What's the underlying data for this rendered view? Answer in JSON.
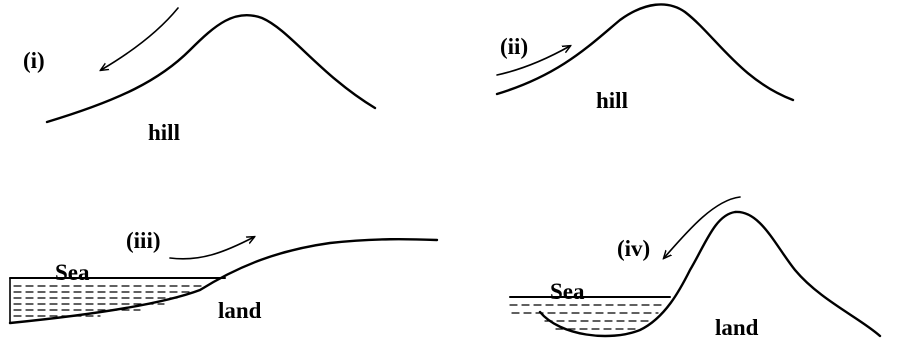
{
  "panels": {
    "i": {
      "tag": "(i)",
      "label": "hill"
    },
    "ii": {
      "tag": "(ii)",
      "label": "hill"
    },
    "iii": {
      "tag": "(iii)",
      "sea": "Sea",
      "label": "land"
    },
    "iv": {
      "tag": "(iv)",
      "sea": "Sea",
      "label": "land"
    }
  }
}
